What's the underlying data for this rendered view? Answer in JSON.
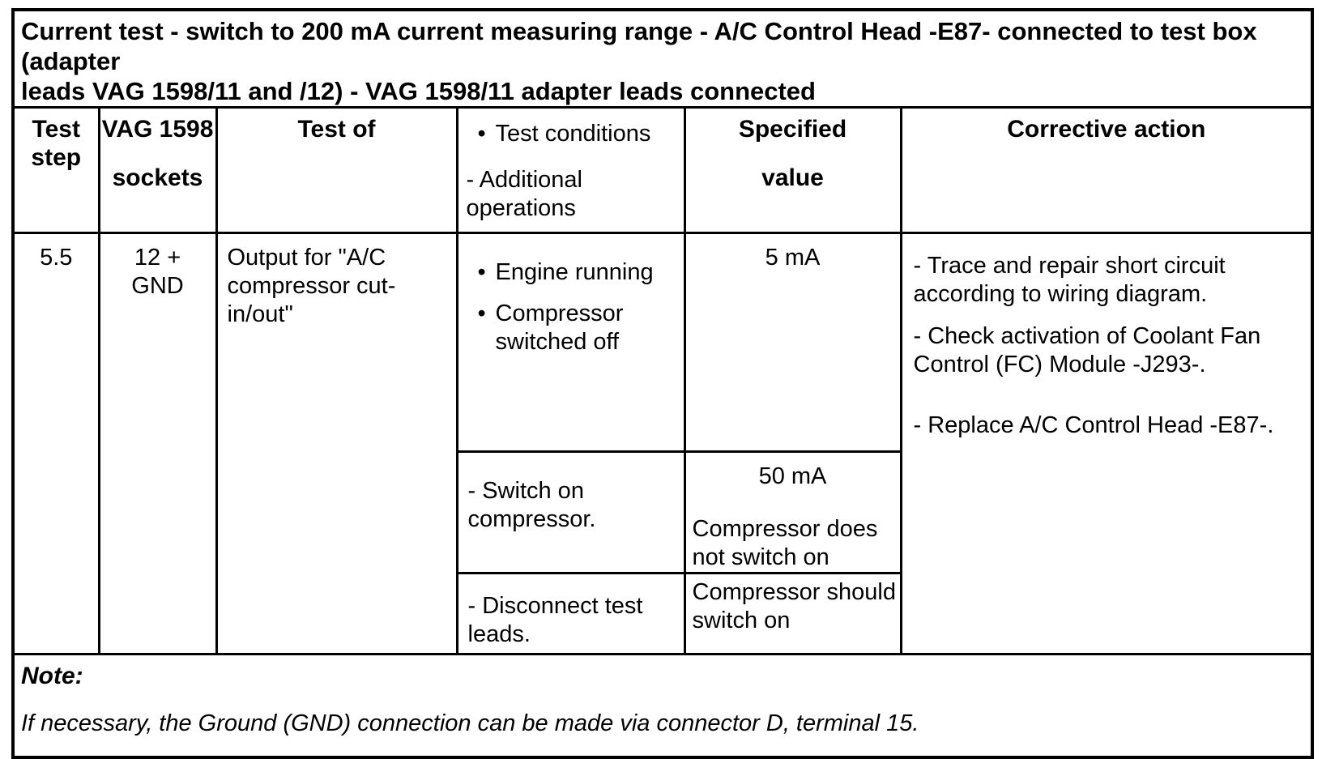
{
  "colors": {
    "background": "#ffffff",
    "text": "#000000",
    "border": "#000000"
  },
  "bullet_char": "•",
  "table": {
    "title_lines": [
      "Current test - switch to 200 mA current measuring range - A/C Control Head -E87- connected to test box (adapter",
      "leads VAG 1598/11 and /12) - VAG 1598/11 adapter leads connected"
    ],
    "headers": {
      "test_step_lines": [
        "Test",
        "step"
      ],
      "vag_top": "VAG 1598",
      "vag_bottom": "sockets",
      "test_of": "Test of",
      "conditions_bullet_item": "Test conditions",
      "conditions_additional": "- Additional operations",
      "specified_top": "Specified",
      "specified_bottom": "value",
      "corrective": "Corrective action"
    },
    "row": {
      "test_step": "5.5",
      "sockets_lines": [
        "12 +",
        "GND"
      ],
      "test_of": "Output for \"A/C compressor cut-in/out\"",
      "test_conditions": [
        "Engine running",
        "Compressor switched off"
      ],
      "specified_value": "5 mA",
      "corrective_actions": [
        "- Trace and repair short circuit according to wiring diagram.",
        "- Check activation of Coolant Fan Control (FC) Module -J293-.",
        "- Replace A/C Control Head -E87-."
      ]
    },
    "subrows": [
      {
        "operation": "- Switch on compressor.",
        "specified_value": "50 mA",
        "result_note": "Compressor does not switch on"
      },
      {
        "operation": "- Disconnect test leads.",
        "result_note": "Compressor should switch on"
      }
    ],
    "note": {
      "label": "Note:",
      "text": "If necessary, the Ground (GND) connection can be made via connector D, terminal 15."
    }
  }
}
